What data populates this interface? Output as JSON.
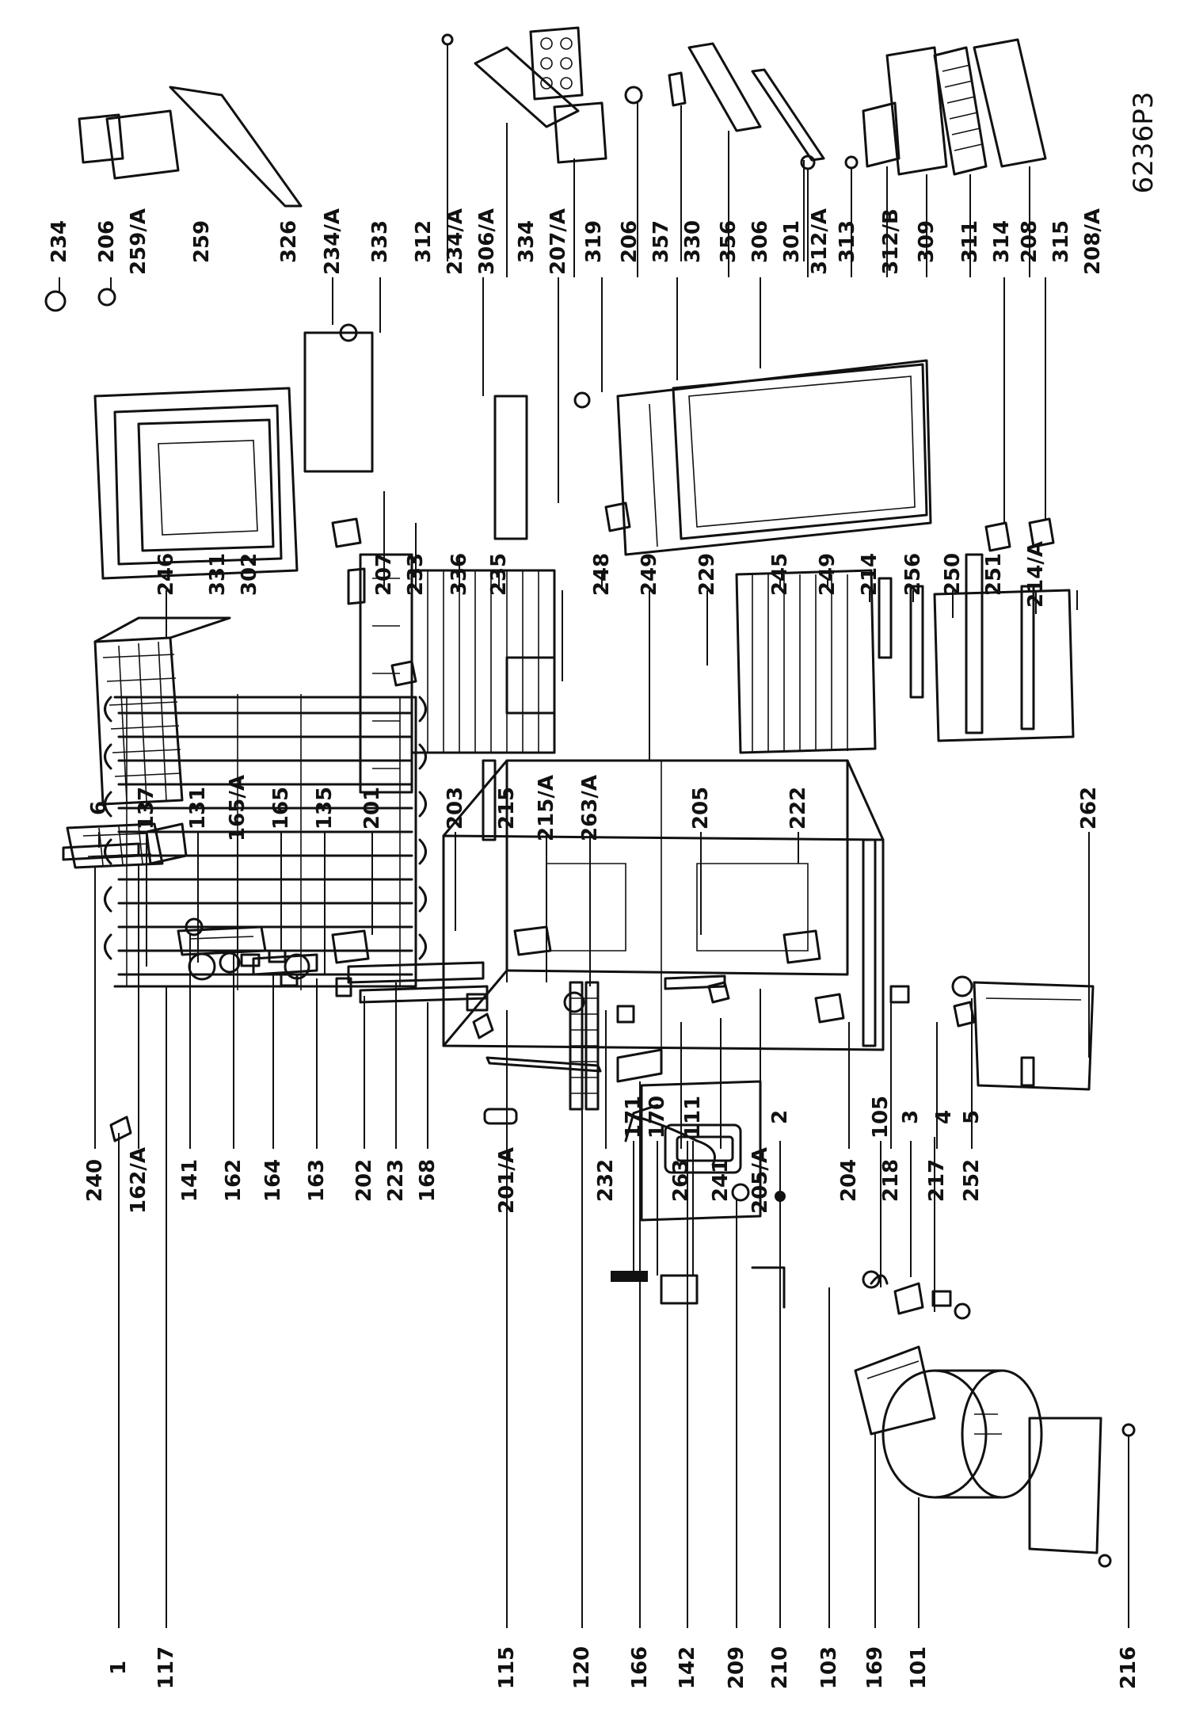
{
  "sheet_code": "6236P3",
  "labels": {
    "p1": "1",
    "p117": "117",
    "p115": "115",
    "p120": "120",
    "p166": "166",
    "p142": "142",
    "p209": "209",
    "p210": "210",
    "p103": "103",
    "p169": "169",
    "p101": "101",
    "p216": "216",
    "p2": "2",
    "p171": "171",
    "p170": "170",
    "p111": "111",
    "p105": "105",
    "p3": "3",
    "p4": "4",
    "p5": "5",
    "p240": "240",
    "p162a": "162/A",
    "p141": "141",
    "p162": "162",
    "p164": "164",
    "p163": "163",
    "p202": "202",
    "p223": "223",
    "p168": "168",
    "p201a": "201/A",
    "p232": "232",
    "p263": "263",
    "p241": "241",
    "p205a": "205/A",
    "p204": "204",
    "p218": "218",
    "p217": "217",
    "p252": "252",
    "p6": "6",
    "p137": "137",
    "p131": "131",
    "p165a": "165/A",
    "p165": "165",
    "p135": "135",
    "p201": "201",
    "p203": "203",
    "p215": "215",
    "p215a": "215/A",
    "p263a": "263/A",
    "p205": "205",
    "p222": "222",
    "p262": "262",
    "p246": "246",
    "p331": "331",
    "p302": "302",
    "p207": "207",
    "p233": "233",
    "p336": "336",
    "p235": "235",
    "p248": "248",
    "p249a": "249",
    "p229": "229",
    "p245": "245",
    "p249b": "249",
    "p214": "214",
    "p256": "256",
    "p250": "250",
    "p251": "251",
    "p214a": "214/A",
    "p234": "234",
    "p206a": "206",
    "p259a": "259/A",
    "p259": "259",
    "p326": "326",
    "p234a": "234/A",
    "p333": "333",
    "p312": "312",
    "p234a2": "234/A",
    "p306a": "306/A",
    "p334": "334",
    "p207a": "207/A",
    "p319": "319",
    "p206b": "206",
    "p357": "357",
    "p330": "330",
    "p356": "356",
    "p306": "306",
    "p301": "301",
    "p312a": "312/A",
    "p313": "313",
    "p312b": "312/B",
    "p309": "309",
    "p311": "311",
    "p314": "314",
    "p208": "208",
    "p315": "315",
    "p208a": "208/A"
  }
}
